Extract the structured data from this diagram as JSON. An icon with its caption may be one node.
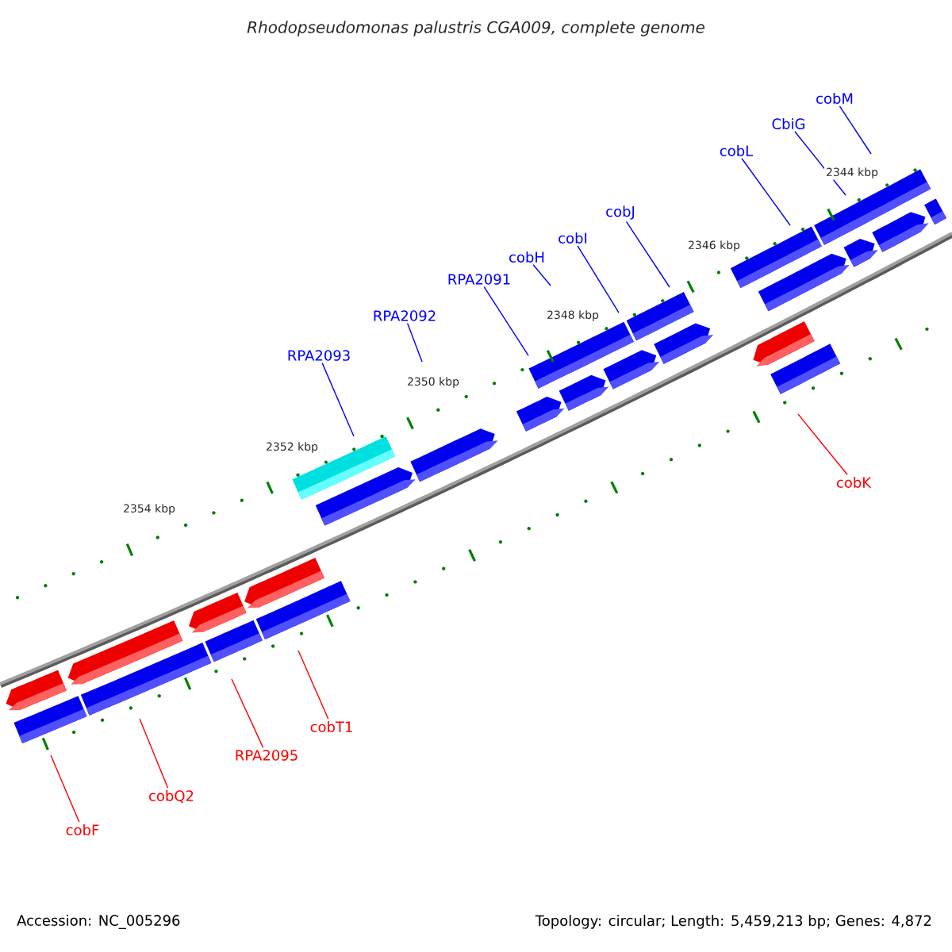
{
  "diagram": {
    "title": "Rhodopseudomonas palustris CGA009, complete genome",
    "nodes": [
      {
        "text": [
          "cobM"
        ]
      },
      {
        "text": [
          "CbiG"
        ]
      },
      {
        "text": [
          "cobL"
        ]
      },
      {
        "text": [
          "cobJ"
        ]
      },
      {
        "text": [
          "cobI"
        ]
      },
      {
        "text": [
          "cobH"
        ]
      },
      {
        "text": [
          "RPA2091"
        ]
      },
      {
        "text": [
          "RPA2092"
        ]
      },
      {
        "text": [
          "RPA2093"
        ]
      },
      {
        "text": [
          "cobK"
        ]
      },
      {
        "text": [
          "cobT1"
        ]
      },
      {
        "text": [
          "RPA2095"
        ]
      },
      {
        "text": [
          "cobQ2"
        ]
      },
      {
        "text": [
          "cobF"
        ]
      }
    ],
    "edges": [
      {
        "from": 0,
        "to": null,
        "arrow": "none"
      },
      {
        "from": 1,
        "to": null,
        "arrow": "none"
      },
      {
        "from": 2,
        "to": null,
        "arrow": "none"
      },
      {
        "from": 3,
        "to": null,
        "arrow": "none"
      },
      {
        "from": 4,
        "to": null,
        "arrow": "none"
      },
      {
        "from": 5,
        "to": null,
        "arrow": "none"
      },
      {
        "from": 6,
        "to": null,
        "arrow": "none"
      },
      {
        "from": 7,
        "to": null,
        "arrow": "none"
      },
      {
        "from": 8,
        "to": null,
        "arrow": "none"
      },
      {
        "from": 9,
        "to": null,
        "arrow": "none",
        "color": "#ff0000"
      },
      {
        "from": 10,
        "to": null,
        "arrow": "none",
        "color": "#ff0000"
      },
      {
        "from": 11,
        "to": null,
        "arrow": "none",
        "color": "#ff0000"
      },
      {
        "from": 12,
        "to": null,
        "arrow": "none",
        "color": "#ff0000"
      },
      {
        "from": 13,
        "to": null,
        "arrow": "none",
        "color": "#ff0000"
      }
    ],
    "labels": [
      "2344 kbp",
      "2346 kbp",
      "2348 kbp",
      "2350 kbp",
      "2352 kbp",
      "2354 kbp",
      "Accession: NC_005296",
      "Topology: circular; Length: 5,459,213 bp; Genes: 4,872"
    ]
  }
}
